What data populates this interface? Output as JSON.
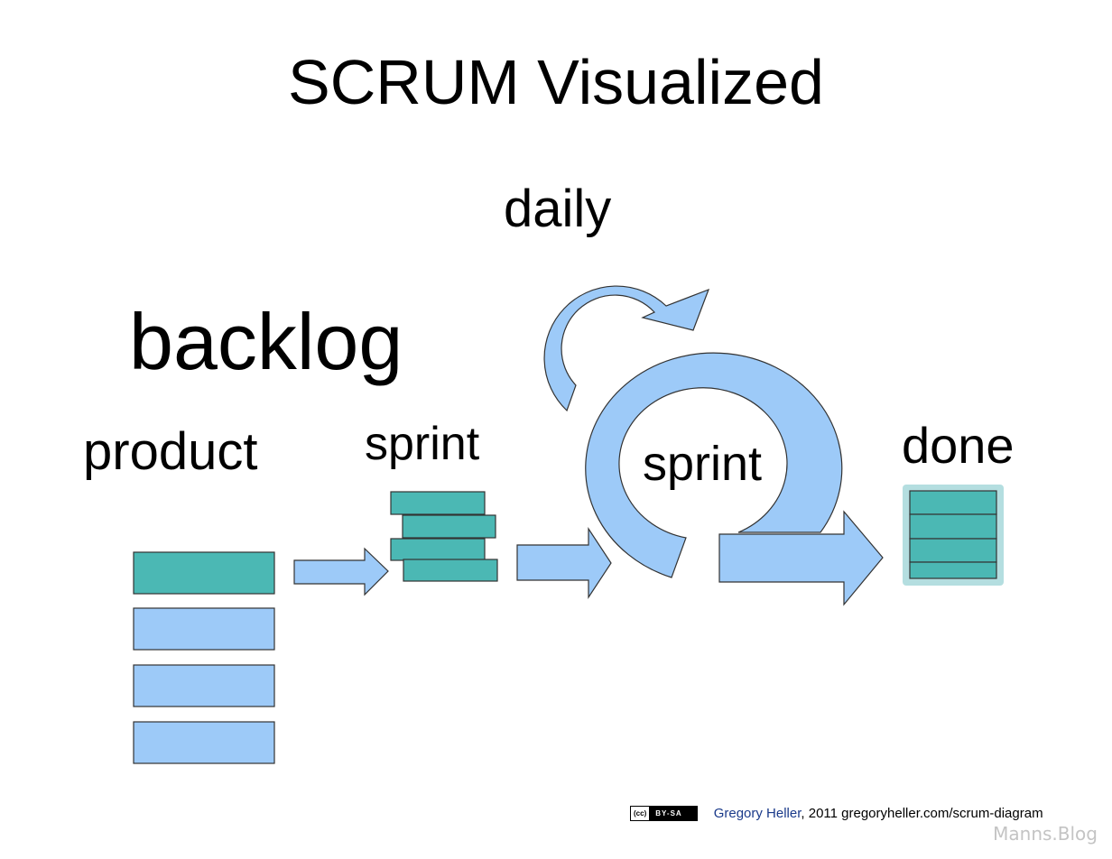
{
  "title": "SCRUM Visualized",
  "labels": {
    "backlog": "backlog",
    "product": "product",
    "sprint_backlog": "sprint",
    "daily": "daily",
    "sprint_cycle": "sprint",
    "done": "done"
  },
  "footer": {
    "license_cc": "(cc)",
    "license_type": "BY-SA",
    "author": "Gregory Heller",
    "rest": ", 2011 gregoryheller.com/scrum-diagram"
  },
  "watermark": "Manns.Blog",
  "colors": {
    "light_blue": "#9dcaf8",
    "teal": "#4bb8b4",
    "done_frame": "#b4dee0",
    "outline": "#333333"
  }
}
